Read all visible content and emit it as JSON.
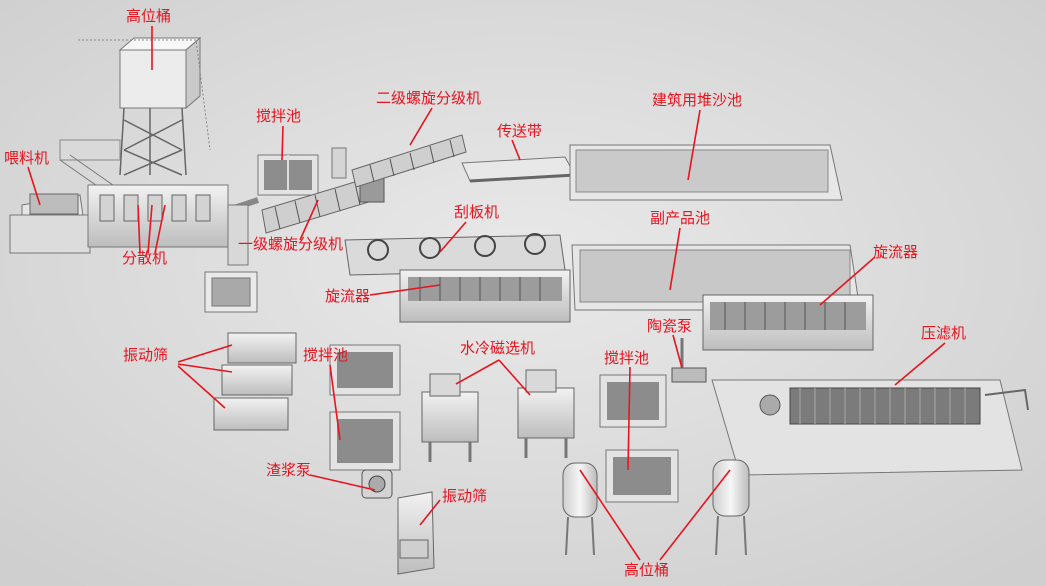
{
  "labels": {
    "high_tank_top": "高位桶",
    "feeder": "喂料机",
    "mixing_tank_top": "搅拌池",
    "secondary_spiral": "二级螺旋分级机",
    "conveyor": "传送带",
    "sand_pool": "建筑用堆沙池",
    "disperser": "分散机",
    "primary_spiral": "一级螺旋分级机",
    "scraper": "刮板机",
    "byproduct_pool": "副产品池",
    "cyclone_left": "旋流器",
    "cyclone_right": "旋流器",
    "ceramic_pump": "陶瓷泵",
    "filter_press": "压滤机",
    "vib_screen_top": "振动筛",
    "mixing_tank_mid": "搅拌池",
    "magnetic_sep": "水冷磁选机",
    "mixing_tank_right": "搅拌池",
    "slurry_pump": "渣浆泵",
    "vib_screen_bottom": "振动筛",
    "high_tank_bottom": "高位桶"
  },
  "colors": {
    "background": "#dedede",
    "label": "#e8141e",
    "equipment_light": "#ececec",
    "equipment_dark": "#6f6f6f"
  }
}
